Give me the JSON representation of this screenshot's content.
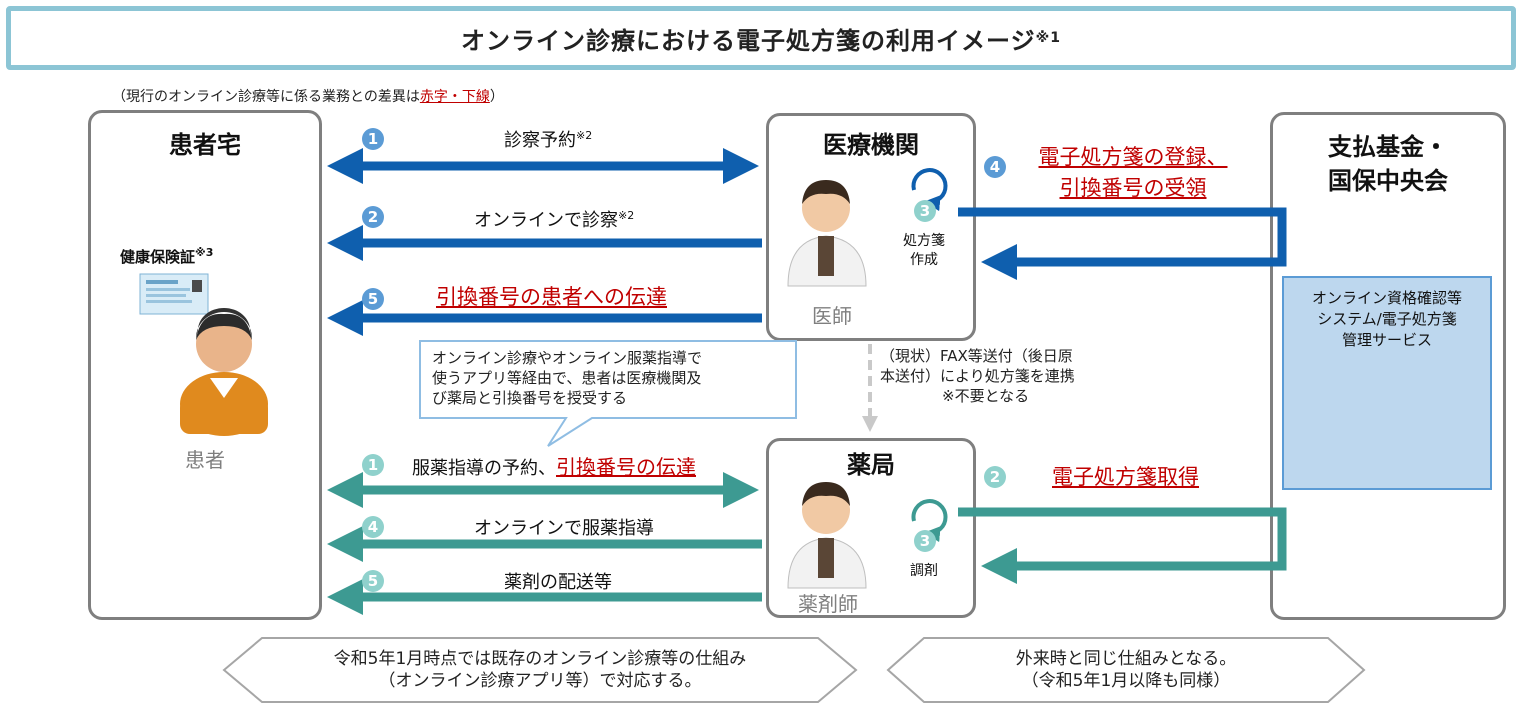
{
  "title": "オンライン診療における電子処方箋の利用イメージ",
  "title_note": "※1",
  "diff_note": {
    "prefix": "（現行のオンライン診療等に係る業務との差異は",
    "red": "赤字・下線",
    "suffix": "）"
  },
  "patient_home": {
    "title": "患者宅",
    "insurance_label": "健康保険証",
    "insurance_note": "※3",
    "patient_label": "患者"
  },
  "medical": {
    "title": "医療機関",
    "doctor_label": "医師",
    "step3_num": "3",
    "step3_label_1": "処方箋",
    "step3_label_2": "作成"
  },
  "pharmacy": {
    "title": "薬局",
    "pharmacist_label": "薬剤師",
    "step3_num": "3",
    "step3_label": "調剤"
  },
  "fund": {
    "title_1": "支払基金・",
    "title_2": "国保中央会",
    "system_1": "オンライン資格確認等",
    "system_2": "システム/電子処方箋",
    "system_3": "管理サービス"
  },
  "top_flows": [
    {
      "num": "1",
      "label": "診察予約",
      "note": "※2"
    },
    {
      "num": "2",
      "label": "オンラインで診察",
      "note": "※2"
    },
    {
      "num": "5",
      "label": "引換番号の患者への伝達"
    }
  ],
  "fund_flow_top": {
    "num": "4",
    "label_1": "電子処方箋の登録、",
    "label_2": "引換番号の受領"
  },
  "callout": {
    "line_1": "オンライン診療やオンライン服薬指導で",
    "line_2": "使うアプリ等経由で、患者は医療機関及",
    "line_3": "び薬局と引換番号を授受する"
  },
  "fax_note": {
    "line_1": "（現状）FAX等送付（後日原",
    "line_2": "本送付）により処方箋を連携",
    "line_3": "※不要となる"
  },
  "bottom_flows": [
    {
      "num": "1",
      "label": "服薬指導の予約、",
      "label_red": "引換番号の伝達"
    },
    {
      "num": "4",
      "label": "オンラインで服薬指導"
    },
    {
      "num": "5",
      "label": "薬剤の配送等"
    }
  ],
  "fund_flow_bottom": {
    "num": "2",
    "label": "電子処方箋取得"
  },
  "bottom_left": {
    "line_1": "令和5年1月時点では既存のオンライン診療等の仕組み",
    "line_2": "（オンライン診療アプリ等）で対応する。"
  },
  "bottom_right": {
    "line_1": "外来時と同じ仕組みとなる。",
    "line_2": "（令和5年1月以降も同様）"
  },
  "colors": {
    "blue": "#0f5fae",
    "teal": "#3d9a92",
    "red": "#c00000",
    "banner_border": "#8cc5d5"
  }
}
